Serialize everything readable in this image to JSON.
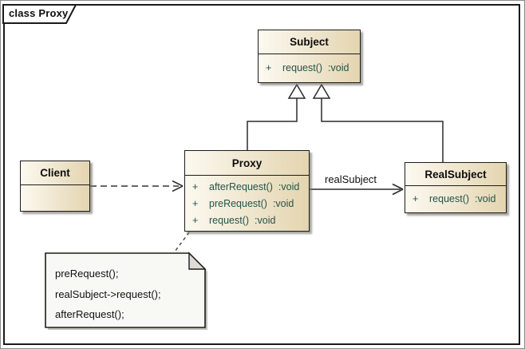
{
  "diagram": {
    "frame_label": "class Proxy",
    "classes": {
      "subject": {
        "name": "Subject",
        "methods": [
          {
            "visibility": "+",
            "signature": "request()",
            "return": ":void"
          }
        ]
      },
      "proxy": {
        "name": "Proxy",
        "methods": [
          {
            "visibility": "+",
            "signature": "afterRequest()",
            "return": ":void"
          },
          {
            "visibility": "+",
            "signature": "preRequest()",
            "return": ":void"
          },
          {
            "visibility": "+",
            "signature": "request()",
            "return": ":void"
          }
        ]
      },
      "realsubject": {
        "name": "RealSubject",
        "methods": [
          {
            "visibility": "+",
            "signature": "request()",
            "return": ":void"
          }
        ]
      },
      "client": {
        "name": "Client",
        "methods": []
      }
    },
    "relationships": {
      "association_label": "realSubject"
    },
    "note": {
      "lines": [
        "preRequest();",
        "realSubject->request();",
        "afterRequest();"
      ]
    },
    "colors": {
      "box_gradient_left": "#FCF9F0",
      "box_gradient_right": "#E4D5B0",
      "method_text": "#235449",
      "frame_border": "#1A1A1A",
      "note_fill": "#F8F8F5",
      "shadow": "#B3B1A9"
    }
  }
}
